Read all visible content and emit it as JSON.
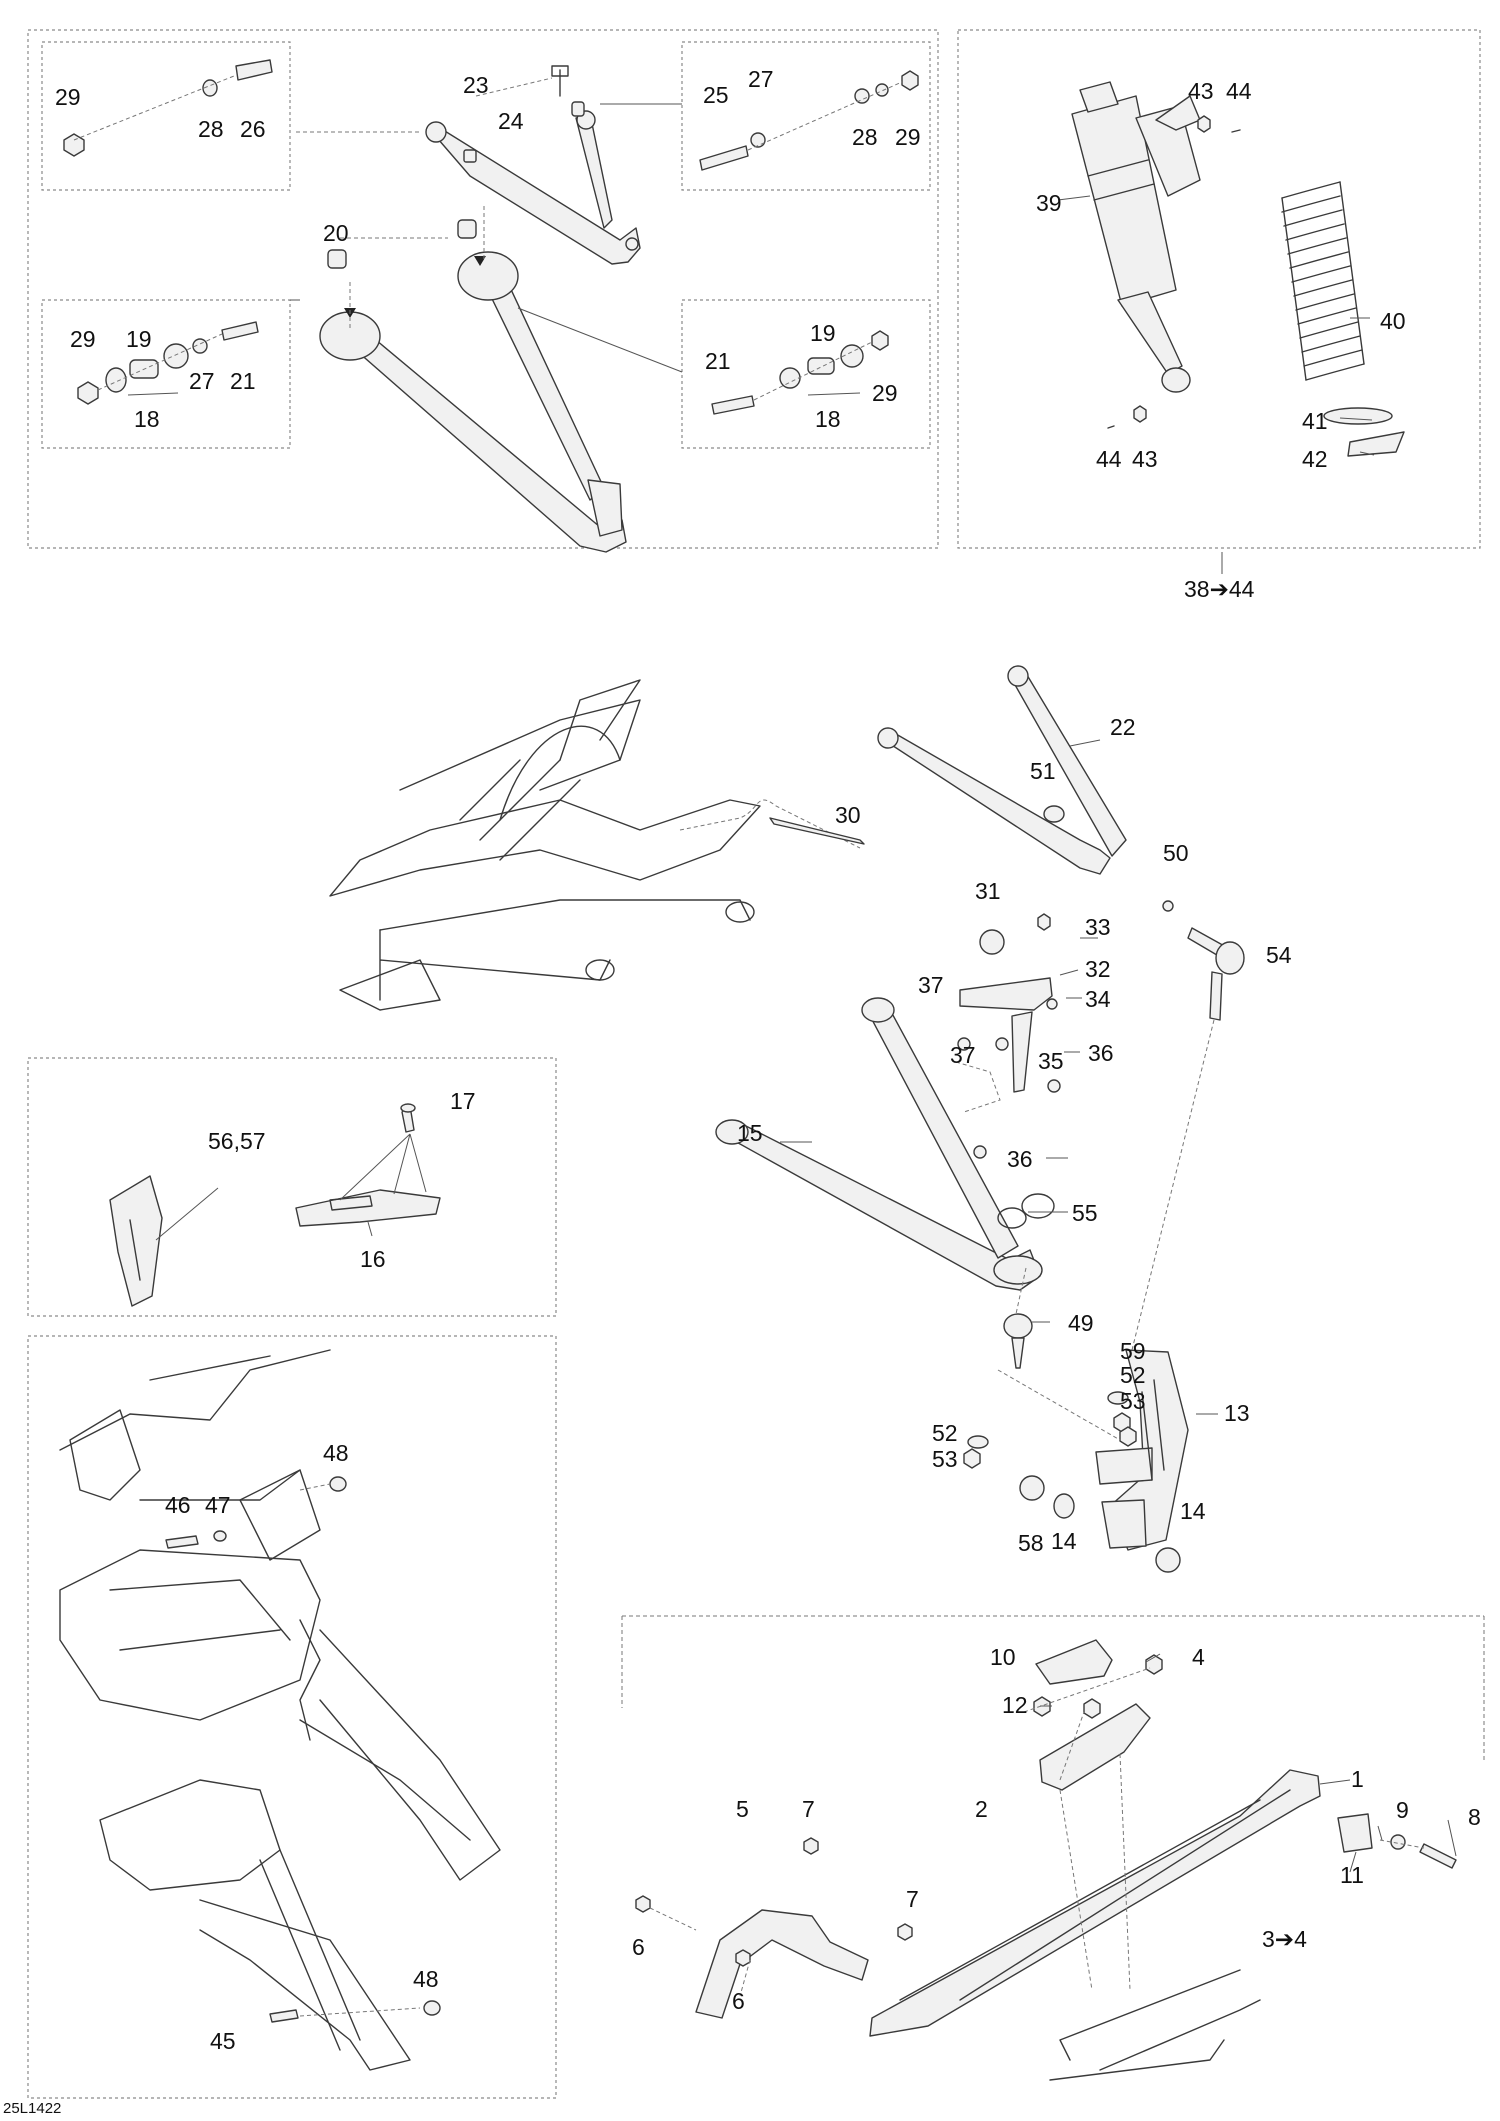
{
  "document_id": "25L1422",
  "callouts": {
    "c1": "1",
    "c2": "2",
    "c3_4": "3➔4",
    "c4": "4",
    "c5": "5",
    "c6a": "6",
    "c6b": "6",
    "c7a": "7",
    "c7b": "7",
    "c8": "8",
    "c9": "9",
    "c10": "10",
    "c11": "11",
    "c12": "12",
    "c13": "13",
    "c14a": "14",
    "c14b": "14",
    "c15": "15",
    "c16": "16",
    "c17": "17",
    "c18a": "18",
    "c18b": "18",
    "c19a": "19",
    "c19b": "19",
    "c20": "20",
    "c21a": "21",
    "c21b": "21",
    "c22": "22",
    "c23": "23",
    "c24": "24",
    "c25": "25",
    "c26": "26",
    "c27a": "27",
    "c27b": "27",
    "c28a": "28",
    "c28b": "28",
    "c29a": "29",
    "c29b": "29",
    "c29c": "29",
    "c29d": "29",
    "c30": "30",
    "c31": "31",
    "c32": "32",
    "c33": "33",
    "c34": "34",
    "c35": "35",
    "c36a": "36",
    "c36b": "36",
    "c37a": "37",
    "c37b": "37",
    "c38_44": "38➔44",
    "c39": "39",
    "c40": "40",
    "c41": "41",
    "c42": "42",
    "c43a": "43",
    "c43b": "43",
    "c44a": "44",
    "c44b": "44",
    "c45": "45",
    "c46": "46",
    "c47": "47",
    "c48a": "48",
    "c48b": "48",
    "c49": "49",
    "c50": "50",
    "c51": "51",
    "c52a": "52",
    "c52b": "52",
    "c53a": "53",
    "c53b": "53",
    "c54": "54",
    "c55": "55",
    "c56_57": "56,57",
    "c58": "58",
    "c59": "59"
  }
}
